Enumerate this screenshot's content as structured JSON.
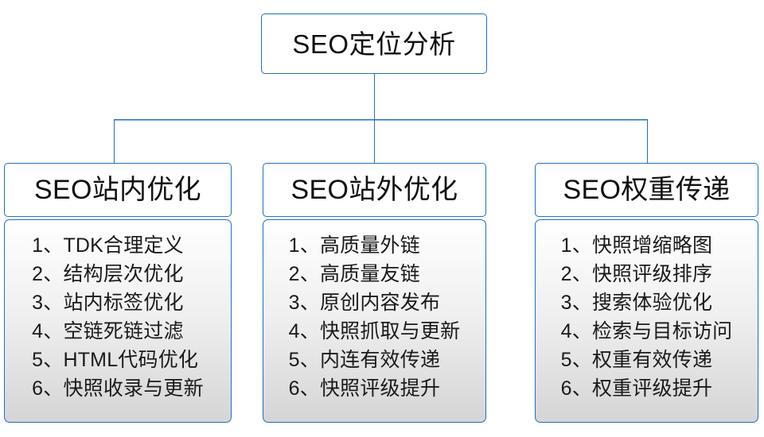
{
  "diagram": {
    "type": "org-chart",
    "orientation": "top-down",
    "accent_color": "#1f6fc4",
    "text_color": "#101010",
    "background_color": "#ffffff",
    "body_gradient_top": "#ffffff",
    "body_gradient_bottom": "#d5d5d5"
  },
  "root": {
    "title": "SEO定位分析"
  },
  "columns": [
    {
      "header": "SEO站内优化",
      "items": [
        "1、TDK合理定义",
        "2、结构层次优化",
        "3、站内标签优化",
        "4、空链死链过滤",
        "5、HTML代码优化",
        "6、快照收录与更新"
      ]
    },
    {
      "header": "SEO站外优化",
      "items": [
        "1、高质量外链",
        "2、高质量友链",
        "3、原创内容发布",
        "4、快照抓取与更新",
        "5、内连有效传递",
        "6、快照评级提升"
      ]
    },
    {
      "header": "SEO权重传递",
      "items": [
        "1、快照增缩略图",
        "2、快照评级排序",
        "3、搜索体验优化",
        "4、检索与目标访问",
        "5、权重有效传递",
        "6、权重评级提升"
      ]
    }
  ]
}
